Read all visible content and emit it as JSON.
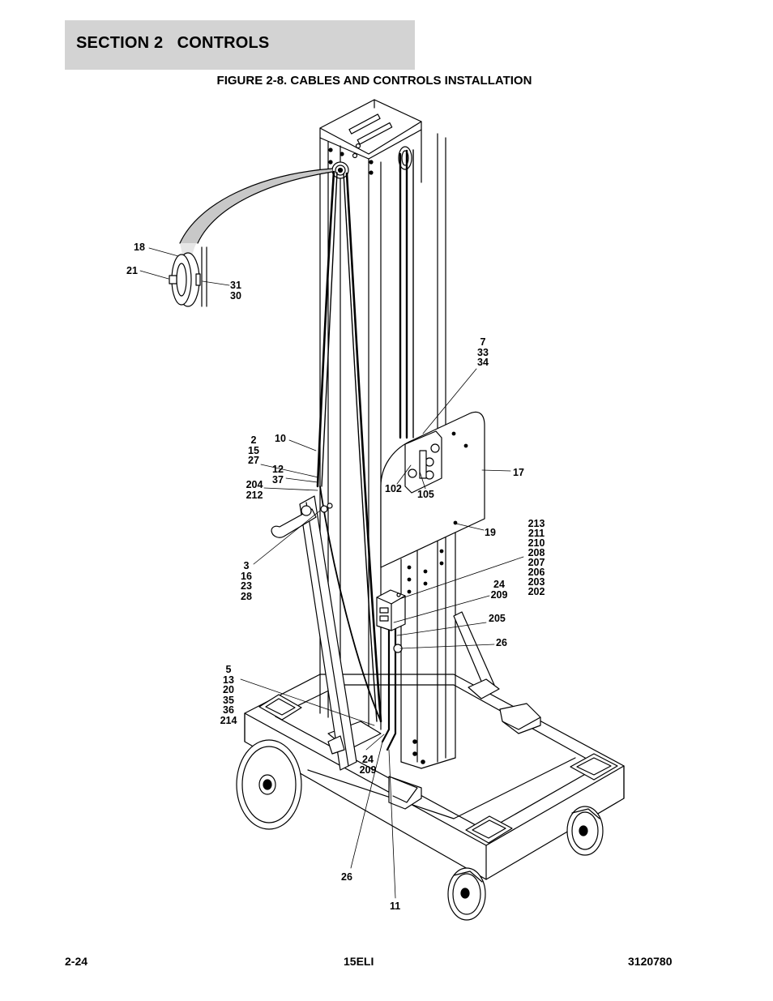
{
  "header": {
    "section": "SECTION 2   CONTROLS"
  },
  "figure": {
    "title": "FIGURE 2-8. CABLES AND CONTROLS INSTALLATION"
  },
  "callouts": {
    "c18": "18",
    "c21": "21",
    "c31_30": "31\n30",
    "c7_33_34": "7\n33\n34",
    "c10": "10",
    "c2_15_27": "2\n15\n27",
    "c12_37": "12\n37",
    "c204_212": "204\n212",
    "c102": "102",
    "c105": "105",
    "c17": "17",
    "c19": "19",
    "c213_group": "213\n211\n210\n208\n207\n206\n203\n202",
    "c3_group": "3\n16\n23\n28",
    "c24_209_a": "24\n209",
    "c205": "205",
    "c26_a": "26",
    "c5_group": "5\n13\n20\n35\n36\n214",
    "c24_209_b": "24\n209",
    "c26_b": "26",
    "c11": "11"
  },
  "footer": {
    "page": "2-24",
    "model": "15ELI",
    "doc_number": "3120780"
  }
}
